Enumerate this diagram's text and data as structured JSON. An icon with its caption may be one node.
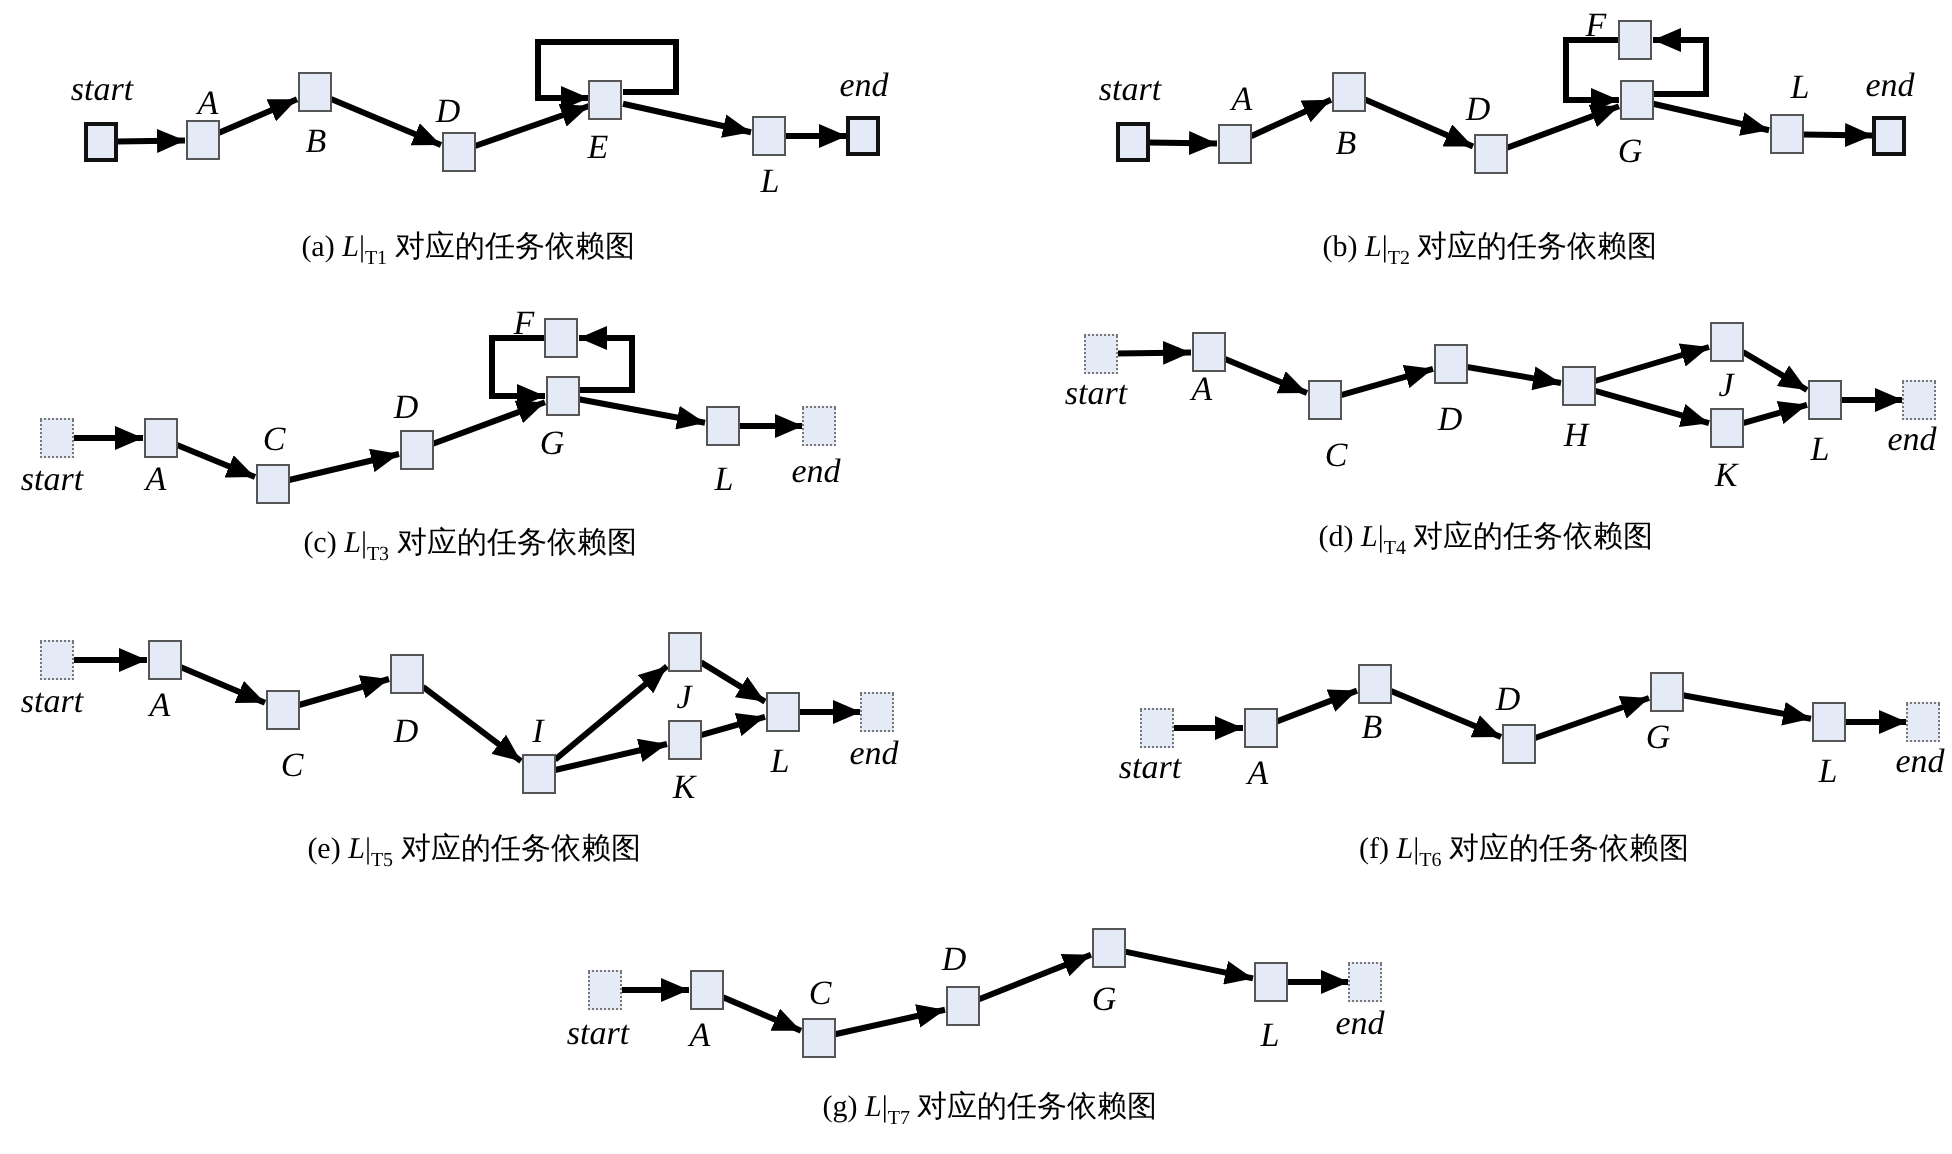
{
  "diagram": {
    "nodes": [
      {
        "text": [
          "start"
        ]
      },
      {
        "text": [
          "A"
        ]
      },
      {
        "text": [
          "B"
        ]
      },
      {
        "text": [
          "D"
        ]
      },
      {
        "text": [
          "E"
        ]
      },
      {
        "text": [
          "L"
        ]
      },
      {
        "text": [
          "end"
        ]
      },
      {
        "text": [
          "start"
        ]
      },
      {
        "text": [
          "A"
        ]
      },
      {
        "text": [
          "B"
        ]
      },
      {
        "text": [
          "D"
        ]
      },
      {
        "text": [
          "F"
        ]
      },
      {
        "text": [
          "G"
        ]
      },
      {
        "text": [
          "L"
        ]
      },
      {
        "text": [
          "end"
        ]
      },
      {
        "text": [
          "start"
        ]
      },
      {
        "text": [
          "A"
        ]
      },
      {
        "text": [
          "C"
        ]
      },
      {
        "text": [
          "D"
        ]
      },
      {
        "text": [
          "F"
        ]
      },
      {
        "text": [
          "G"
        ]
      },
      {
        "text": [
          "L"
        ]
      },
      {
        "text": [
          "end"
        ]
      },
      {
        "text": [
          "start"
        ]
      },
      {
        "text": [
          "A"
        ]
      },
      {
        "text": [
          "C"
        ]
      },
      {
        "text": [
          "D"
        ]
      },
      {
        "text": [
          "H"
        ]
      },
      {
        "text": [
          "J"
        ]
      },
      {
        "text": [
          "K"
        ]
      },
      {
        "text": [
          "L"
        ]
      },
      {
        "text": [
          "end"
        ]
      },
      {
        "text": [
          "start"
        ]
      },
      {
        "text": [
          "A"
        ]
      },
      {
        "text": [
          "C"
        ]
      },
      {
        "text": [
          "D"
        ]
      },
      {
        "text": [
          "I"
        ]
      },
      {
        "text": [
          "J"
        ]
      },
      {
        "text": [
          "K"
        ]
      },
      {
        "text": [
          "L"
        ]
      },
      {
        "text": [
          "end"
        ]
      },
      {
        "text": [
          "start"
        ]
      },
      {
        "text": [
          "A"
        ]
      },
      {
        "text": [
          "B"
        ]
      },
      {
        "text": [
          "D"
        ]
      },
      {
        "text": [
          "G"
        ]
      },
      {
        "text": [
          "L"
        ]
      },
      {
        "text": [
          "end"
        ]
      },
      {
        "text": [
          "start"
        ]
      },
      {
        "text": [
          "A"
        ]
      },
      {
        "text": [
          "C"
        ]
      },
      {
        "text": [
          "D"
        ]
      },
      {
        "text": [
          "G"
        ]
      },
      {
        "text": [
          "L"
        ]
      },
      {
        "text": [
          "end"
        ]
      }
    ],
    "edges": [
      {
        "from": 0,
        "to": 1,
        "arrow": "to"
      },
      {
        "from": 1,
        "to": 2,
        "arrow": "to"
      },
      {
        "from": 2,
        "to": 3,
        "arrow": "to"
      },
      {
        "from": 3,
        "to": 4,
        "arrow": "to"
      },
      {
        "from": 4,
        "to": 4,
        "arrow": "to"
      },
      {
        "from": 4,
        "to": 5,
        "arrow": "to"
      },
      {
        "from": 5,
        "to": 6,
        "arrow": "to"
      },
      {
        "from": 7,
        "to": 8,
        "arrow": "to"
      },
      {
        "from": 8,
        "to": 9,
        "arrow": "to"
      },
      {
        "from": 9,
        "to": 10,
        "arrow": "to"
      },
      {
        "from": 10,
        "to": 12,
        "arrow": "to"
      },
      {
        "from": 12,
        "to": 11,
        "arrow": "to"
      },
      {
        "from": 11,
        "to": 12,
        "arrow": "to"
      },
      {
        "from": 12,
        "to": 13,
        "arrow": "to"
      },
      {
        "from": 13,
        "to": 14,
        "arrow": "to"
      },
      {
        "from": 15,
        "to": 16,
        "arrow": "to"
      },
      {
        "from": 16,
        "to": 17,
        "arrow": "to"
      },
      {
        "from": 17,
        "to": 18,
        "arrow": "to"
      },
      {
        "from": 18,
        "to": 20,
        "arrow": "to"
      },
      {
        "from": 20,
        "to": 19,
        "arrow": "to"
      },
      {
        "from": 19,
        "to": 20,
        "arrow": "to"
      },
      {
        "from": 20,
        "to": 21,
        "arrow": "to"
      },
      {
        "from": 21,
        "to": 22,
        "arrow": "to"
      },
      {
        "from": 23,
        "to": 24,
        "arrow": "to"
      },
      {
        "from": 24,
        "to": 25,
        "arrow": "to"
      },
      {
        "from": 25,
        "to": 26,
        "arrow": "to"
      },
      {
        "from": 26,
        "to": 27,
        "arrow": "to"
      },
      {
        "from": 27,
        "to": 28,
        "arrow": "to"
      },
      {
        "from": 27,
        "to": 29,
        "arrow": "to"
      },
      {
        "from": 28,
        "to": 30,
        "arrow": "to"
      },
      {
        "from": 29,
        "to": 30,
        "arrow": "to"
      },
      {
        "from": 30,
        "to": 31,
        "arrow": "to"
      },
      {
        "from": 32,
        "to": 33,
        "arrow": "to"
      },
      {
        "from": 33,
        "to": 34,
        "arrow": "to"
      },
      {
        "from": 34,
        "to": 35,
        "arrow": "to"
      },
      {
        "from": 35,
        "to": 36,
        "arrow": "to"
      },
      {
        "from": 36,
        "to": 37,
        "arrow": "to"
      },
      {
        "from": 36,
        "to": 38,
        "arrow": "to"
      },
      {
        "from": 37,
        "to": 39,
        "arrow": "to"
      },
      {
        "from": 38,
        "to": 39,
        "arrow": "to"
      },
      {
        "from": 39,
        "to": 40,
        "arrow": "to"
      },
      {
        "from": 41,
        "to": 42,
        "arrow": "to"
      },
      {
        "from": 42,
        "to": 43,
        "arrow": "to"
      },
      {
        "from": 43,
        "to": 44,
        "arrow": "to"
      },
      {
        "from": 44,
        "to": 45,
        "arrow": "to"
      },
      {
        "from": 45,
        "to": 46,
        "arrow": "to"
      },
      {
        "from": 46,
        "to": 47,
        "arrow": "to"
      },
      {
        "from": 48,
        "to": 49,
        "arrow": "to"
      },
      {
        "from": 49,
        "to": 50,
        "arrow": "to"
      },
      {
        "from": 50,
        "to": 51,
        "arrow": "to"
      },
      {
        "from": 51,
        "to": 52,
        "arrow": "to"
      },
      {
        "from": 52,
        "to": 53,
        "arrow": "to"
      },
      {
        "from": 53,
        "to": 54,
        "arrow": "to"
      }
    ],
    "labels": [
      "(a) *L*|$_{T1}$ 对应的任务依赖图",
      "(b) *L*|$_{T2}$ 对应的任务依赖图",
      "(c) *L*|$_{T3}$ 对应的任务依赖图",
      "(d) *L*|$_{T4}$ 对应的任务依赖图",
      "(e) *L*|$_{T5}$ 对应的任务依赖图",
      "(f) *L*|$_{T6}$ 对应的任务依赖图",
      "(g) *L*|$_{T7}$ 对应的任务依赖图"
    ]
  }
}
